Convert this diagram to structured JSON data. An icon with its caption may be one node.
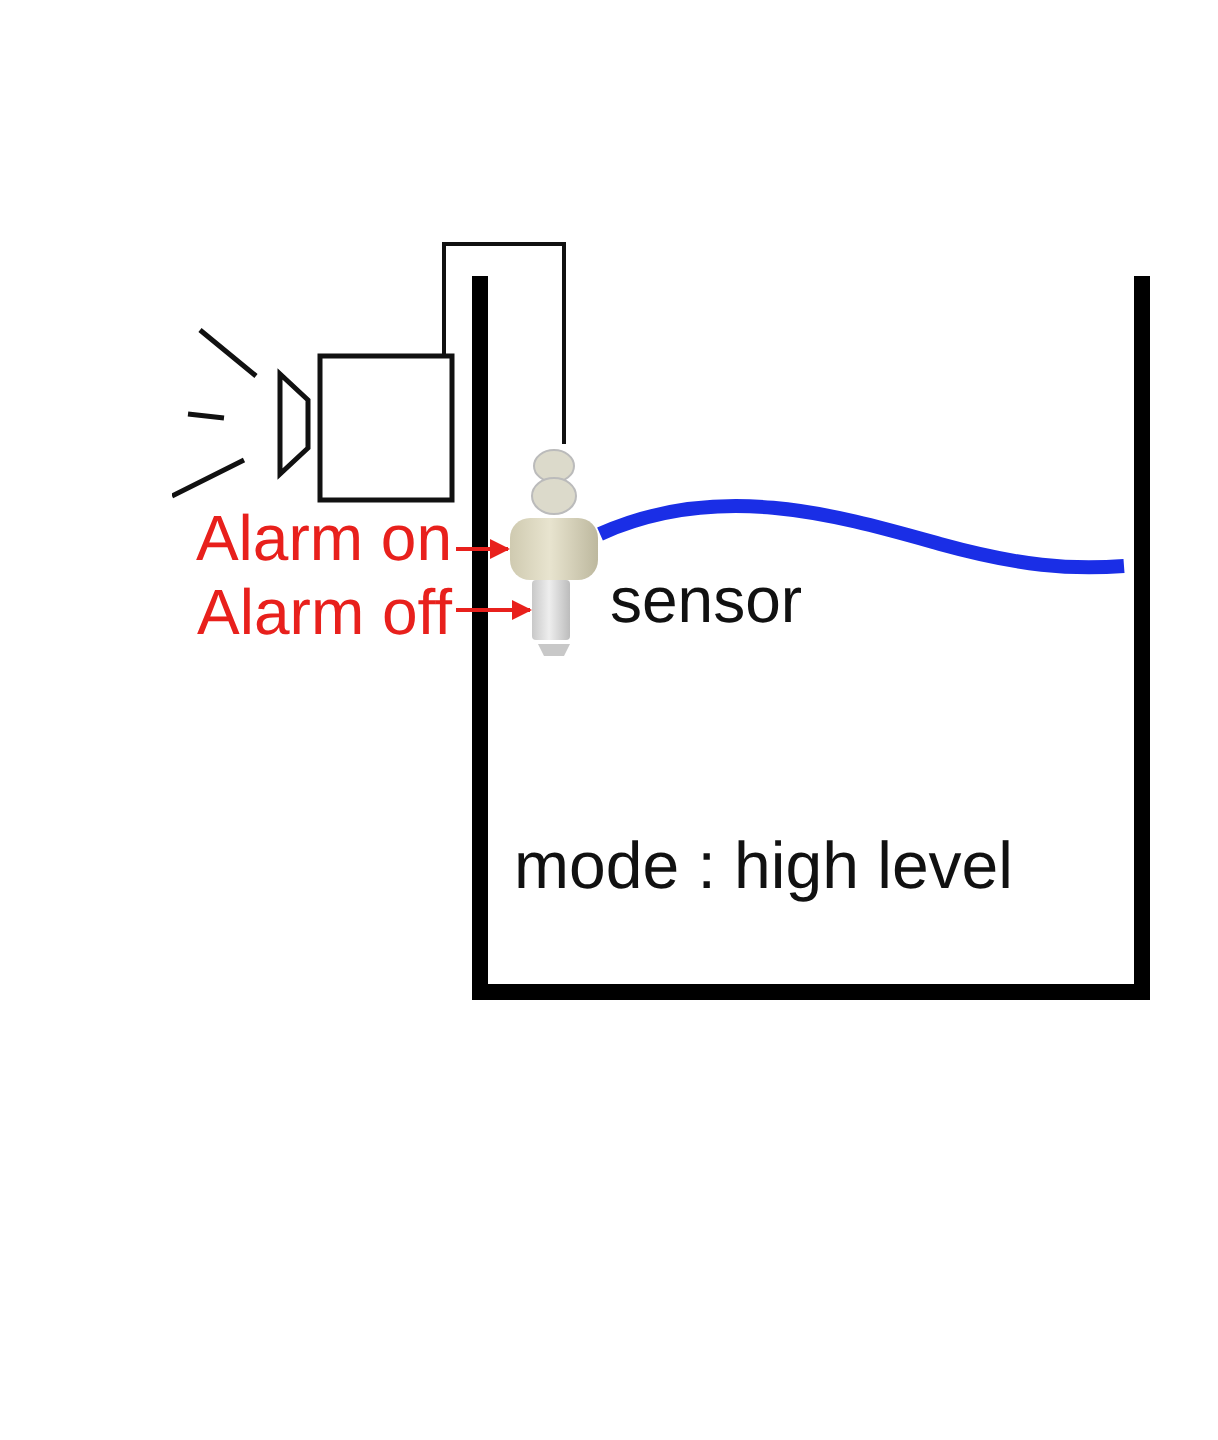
{
  "diagram": {
    "nodes": [
      {
        "text": [],
        "shape": "picture"
      },
      {
        "text": [],
        "shape": "picture",
        "beside": [
          "sensor"
        ]
      },
      {
        "text": [],
        "shape": "picture"
      },
      {
        "text": [],
        "shape": "picture",
        "in": 1
      },
      {
        "text": [
          "Alarm on"
        ]
      },
      {
        "text": [
          "Alarm off"
        ]
      }
    ],
    "edges": [
      {
        "from": 0,
        "to": 1,
        "arrow": "none",
        "color": "#111111"
      },
      {
        "from": 4,
        "to": 2,
        "arrow": "to"
      },
      {
        "from": 5,
        "to": 3,
        "arrow": "to"
      }
    ],
    "labels": [
      "mode : high level"
    ]
  }
}
